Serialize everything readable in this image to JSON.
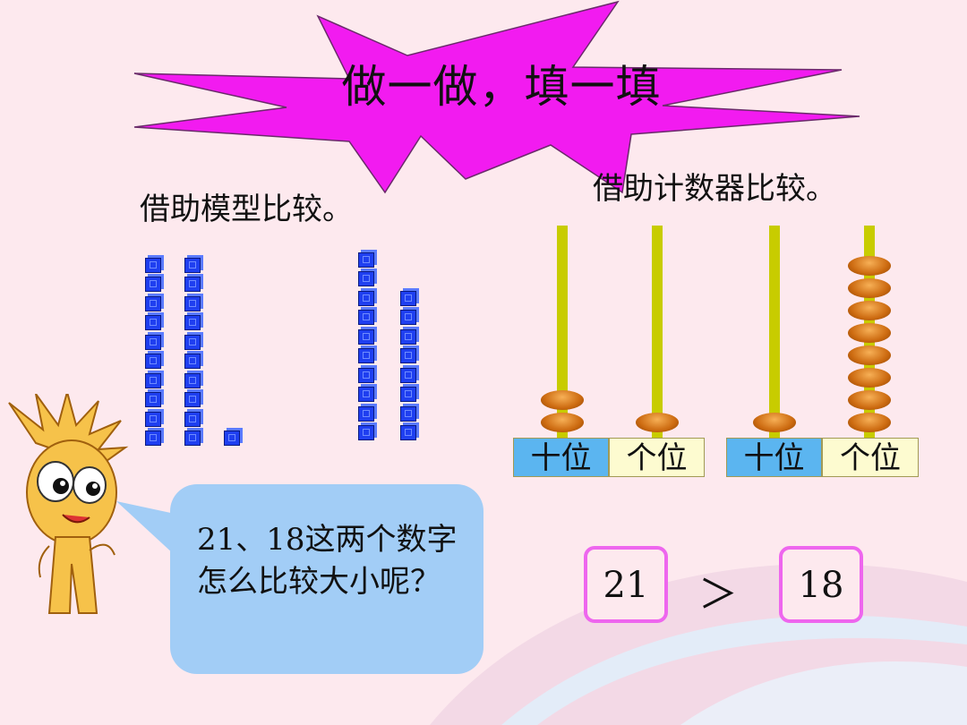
{
  "title": "做一做，填一填",
  "model_label": "借助模型比较。",
  "abacus_label": "借助计数器比较。",
  "place_labels": {
    "tens": "十位",
    "ones": "个位"
  },
  "speech_text": "21、18这两个数字怎么比较大小呢？",
  "comparison": {
    "left": "21",
    "operator": "＞",
    "right": "18"
  },
  "models": [
    {
      "number": 21,
      "tens": 2,
      "ones": 1
    },
    {
      "number": 18,
      "tens": 1,
      "ones": 8
    }
  ],
  "abacuses": [
    {
      "number": 21,
      "tens_beads": 2,
      "ones_beads": 1
    },
    {
      "number": 18,
      "tens_beads": 1,
      "ones_beads": 8
    }
  ],
  "colors": {
    "star": "#f21bf0",
    "cube": "#1f3ff0",
    "rod": "#c8cc00",
    "bubble": "#a2cdf6",
    "box_border": "#ee66ee"
  }
}
